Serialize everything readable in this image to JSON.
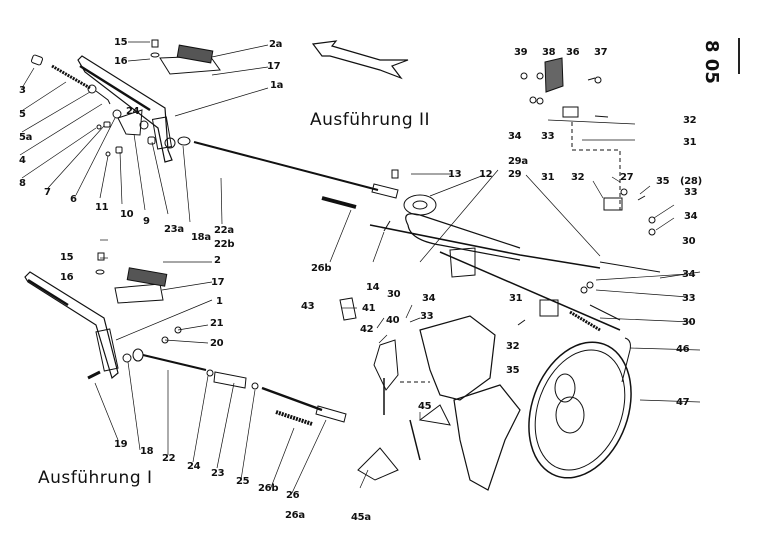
{
  "page_number": "8 05",
  "variants": {
    "variant_1": "Ausführung I",
    "variant_2": "Ausführung II"
  },
  "labels": {
    "l3": "3",
    "l5": "5",
    "l5a": "5a",
    "l4": "4",
    "l8": "8",
    "l7": "7",
    "l6": "6",
    "l11": "11",
    "l10": "10",
    "l9": "9",
    "l23a": "23a",
    "l18a": "18a",
    "l22a": "22a",
    "l22b": "22b",
    "l24top": "24",
    "l15top": "15",
    "l16top": "16",
    "l2a": "2a",
    "l17top": "17",
    "l1a": "1a",
    "l15": "15",
    "l16": "16",
    "l2": "2",
    "l17": "17",
    "l1": "1",
    "l21": "21",
    "l20": "20",
    "l19": "19",
    "l18": "18",
    "l22": "22",
    "l24": "24",
    "l23": "23",
    "l25": "25",
    "l26b_low": "26b",
    "l26": "26",
    "l26a": "26a",
    "l13": "13",
    "l12": "12",
    "l26b": "26b",
    "l14": "14",
    "l30a": "30",
    "l29a": "29a",
    "l29": "29",
    "l43": "43",
    "l41": "41",
    "l40": "40",
    "l42": "42",
    "l34c": "34",
    "l33c": "33",
    "l45": "45",
    "l45a": "45a",
    "l39": "39",
    "l38": "38",
    "l36": "36",
    "l37": "37",
    "l34a": "34",
    "l33a": "33",
    "l32a": "32",
    "l31a": "31",
    "l31b": "31",
    "l32b": "32",
    "l27": "27",
    "l35a": "35",
    "l28": "(28)",
    "l33b": "33",
    "l34b": "34",
    "l30b": "30",
    "l34d": "34",
    "l33d": "33",
    "l31c": "31",
    "l30c": "30",
    "l32c": "32",
    "l35b": "35",
    "l46": "46",
    "l47": "47"
  }
}
